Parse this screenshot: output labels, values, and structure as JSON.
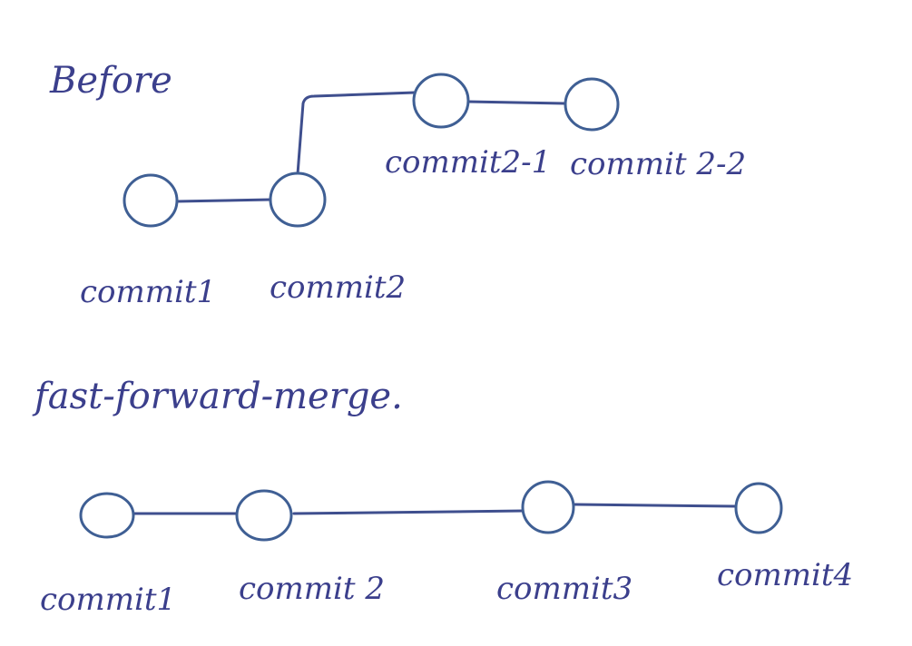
{
  "before": {
    "heading": "Before",
    "nodes": [
      "commit1",
      "commit2",
      "commit2-1",
      "commit 2-2"
    ]
  },
  "after": {
    "heading": "fast-forward-merge.",
    "nodes": [
      "commit1",
      "commit 2",
      "commit3",
      "commit4"
    ]
  },
  "colors": {
    "ink": "#3b3f8c",
    "node_stroke": "#3f5f94",
    "background": "#ffffff"
  }
}
